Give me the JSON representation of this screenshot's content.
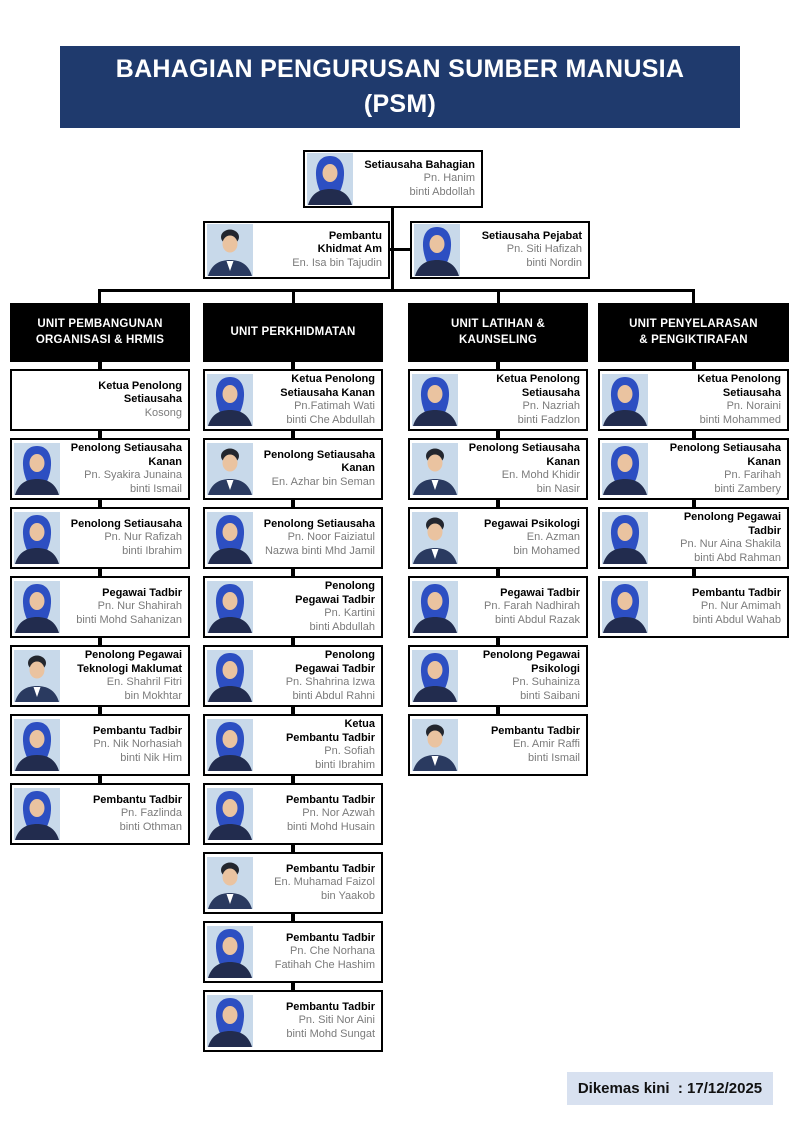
{
  "banner": {
    "line1": "BAHAGIAN PENGURUSAN SUMBER MANUSIA",
    "line2": "(PSM)"
  },
  "top_boxes": [
    {
      "title": "Setiausaha Bahagian",
      "name": "Pn. Hanim\nbinti Abdollah",
      "avatar": "female"
    },
    {
      "title": "Pembantu\nKhidmat Am",
      "name": "En. Isa bin Tajudin",
      "avatar": "male"
    },
    {
      "title": "Setiausaha Pejabat",
      "name": "Pn. Siti Hafizah\nbinti Nordin",
      "avatar": "female"
    }
  ],
  "columns": [
    {
      "header": "UNIT PEMBANGUNAN\nORGANISASI & HRMIS",
      "members": [
        {
          "title": "Ketua Penolong\nSetiausaha",
          "name": "Kosong",
          "avatar": "none"
        },
        {
          "title": "Penolong Setiausaha\nKanan",
          "name": "Pn. Syakira Junaina\nbinti Ismail",
          "avatar": "female"
        },
        {
          "title": "Penolong Setiausaha",
          "name": "Pn. Nur Rafizah\nbinti Ibrahim",
          "avatar": "female"
        },
        {
          "title": "Pegawai Tadbir",
          "name": "Pn. Nur Shahirah\nbinti Mohd Sahanizan",
          "avatar": "female"
        },
        {
          "title": "Penolong Pegawai\nTeknologi Maklumat",
          "name": "En. Shahril Fitri\nbin Mokhtar",
          "avatar": "male"
        },
        {
          "title": "Pembantu Tadbir",
          "name": "Pn. Nik Norhasiah\nbinti Nik Him",
          "avatar": "female"
        },
        {
          "title": "Pembantu Tadbir",
          "name": "Pn. Fazlinda\nbinti Othman",
          "avatar": "female"
        }
      ]
    },
    {
      "header": "UNIT PERKHIDMATAN",
      "members": [
        {
          "title": "Ketua Penolong\nSetiausaha Kanan",
          "name": "Pn.Fatimah Wati\nbinti Che Abdullah",
          "avatar": "female"
        },
        {
          "title": "Penolong Setiausaha\nKanan",
          "name": "En. Azhar bin Seman",
          "avatar": "male"
        },
        {
          "title": "Penolong Setiausaha",
          "name": "Pn. Noor Faiziatul\nNazwa binti Mhd Jamil",
          "avatar": "female"
        },
        {
          "title": "Penolong\nPegawai Tadbir",
          "name": "Pn. Kartini\nbinti Abdullah",
          "avatar": "female"
        },
        {
          "title": "Penolong\nPegawai Tadbir",
          "name": "Pn. Shahrina Izwa\nbinti Abdul Rahni",
          "avatar": "female"
        },
        {
          "title": "Ketua\nPembantu Tadbir",
          "name": "Pn. Sofiah\nbinti Ibrahim",
          "avatar": "female"
        },
        {
          "title": "Pembantu Tadbir",
          "name": "Pn. Nor Azwah\nbinti Mohd Husain",
          "avatar": "female"
        },
        {
          "title": "Pembantu Tadbir",
          "name": "En. Muhamad Faizol\nbin Yaakob",
          "avatar": "male"
        },
        {
          "title": "Pembantu Tadbir",
          "name": "Pn. Che Norhana\nFatihah Che Hashim",
          "avatar": "female"
        },
        {
          "title": "Pembantu Tadbir",
          "name": "Pn. Siti Nor Aini\nbinti Mohd Sungat",
          "avatar": "female"
        }
      ]
    },
    {
      "header": "UNIT LATIHAN &\nKAUNSELING",
      "members": [
        {
          "title": "Ketua Penolong\nSetiausaha",
          "name": "Pn. Nazriah\nbinti Fadzlon",
          "avatar": "female"
        },
        {
          "title": "Penolong Setiausaha\nKanan",
          "name": "En. Mohd Khidir\nbin Nasir",
          "avatar": "male"
        },
        {
          "title": "Pegawai Psikologi",
          "name": "En. Azman\nbin Mohamed",
          "avatar": "male"
        },
        {
          "title": "Pegawai Tadbir",
          "name": "Pn. Farah Nadhirah\nbinti Abdul Razak",
          "avatar": "female"
        },
        {
          "title": "Penolong Pegawai\nPsikologi",
          "name": "Pn. Suhainiza\nbinti Saibani",
          "avatar": "female"
        },
        {
          "title": "Pembantu Tadbir",
          "name": "En. Amir Raffi\nbinti Ismail",
          "avatar": "male"
        }
      ]
    },
    {
      "header": "UNIT PENYELARASAN\n& PENGIKTIRAFAN",
      "members": [
        {
          "title": "Ketua Penolong\nSetiausaha",
          "name": "Pn. Noraini\nbinti Mohammed",
          "avatar": "female"
        },
        {
          "title": "Penolong Setiausaha\nKanan",
          "name": "Pn. Farihah\nbinti Zambery",
          "avatar": "female"
        },
        {
          "title": "Penolong Pegawai\nTadbir",
          "name": "Pn. Nur Aina Shakila\nbinti Abd Rahman",
          "avatar": "female"
        },
        {
          "title": "Pembantu Tadbir",
          "name": "Pn. Nur Amimah\nbinti Abdul Wahab",
          "avatar": "female"
        }
      ]
    }
  ],
  "footer": {
    "text": "Dikemas kini  : 17/12/2025"
  },
  "colors": {
    "banner_bg": "#1f3a6d",
    "unit_header_bg": "#000000",
    "unit_header_text": "#ffffff",
    "card_border": "#000000",
    "name_text": "#7b7b7b",
    "footer_bg": "#d8e1f0"
  }
}
